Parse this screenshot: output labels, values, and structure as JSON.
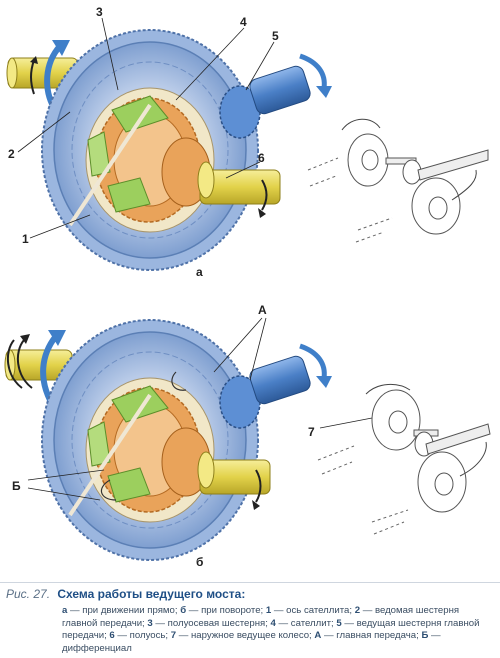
{
  "figure": {
    "subfigure_a_label": "а",
    "subfigure_b_label": "б",
    "callouts_a": [
      "1",
      "2",
      "3",
      "4",
      "5",
      "6"
    ],
    "callouts_b": [
      "А",
      "Б",
      "7"
    ]
  },
  "caption": {
    "fig_ref": "Рис. 27.",
    "title": "Схема работы ведущего моста:",
    "legend": [
      {
        "key": "а",
        "text": " — при движении прямо; "
      },
      {
        "key": "б",
        "text": " — при повороте; "
      },
      {
        "key": "1",
        "text": " — ось сателлита; "
      },
      {
        "key": "2",
        "text": " — ведомая шестерня главной передачи; "
      },
      {
        "key": "3",
        "text": " — полуосевая шестерня; "
      },
      {
        "key": "4",
        "text": " — сателлит; "
      },
      {
        "key": "5",
        "text": " — ведущая шестерня главной передачи; "
      },
      {
        "key": "6",
        "text": " — полуось; "
      },
      {
        "key": "7",
        "text": " — наружное ведущее колесо; "
      },
      {
        "key": "А",
        "text": " — главная передача; "
      },
      {
        "key": "Б",
        "text": " — дифференциал"
      }
    ]
  },
  "colors": {
    "ring_gear": "#8eabd6",
    "ring_gear_dark": "#4f72a8",
    "half_axle_gear": "#e9a35a",
    "satellite": "#9ccf5e",
    "shaft": "#e6d84f",
    "pinion": "#4a7fc6",
    "arrow": "#3f7fc9"
  }
}
